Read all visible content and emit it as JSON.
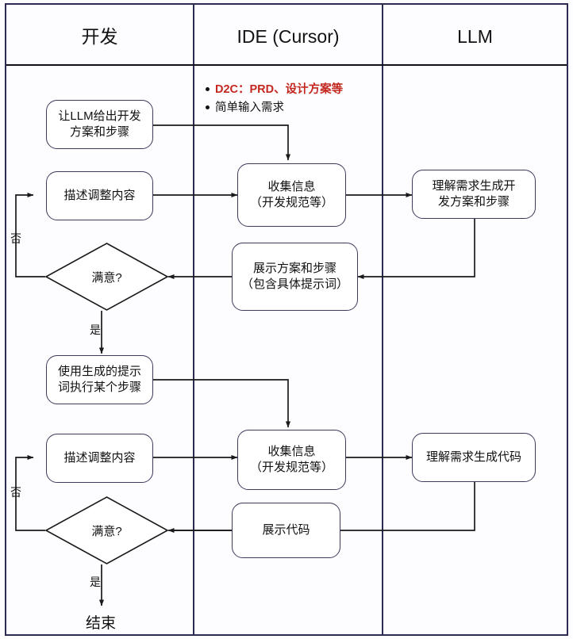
{
  "diagram": {
    "title": "开发 / IDE(Cursor) / LLM 协作流程图",
    "type": "swimlane-flowchart",
    "colors": {
      "frame_border": "#2b2b52",
      "node_border": "#3b3b5c",
      "node_fill": "#ffffff",
      "text": "#111111",
      "accent_red": "#c3271f",
      "background": "#fdfdff"
    },
    "lanes": [
      {
        "id": "dev",
        "label_line1": "开发",
        "label_line2": ""
      },
      {
        "id": "ide",
        "label_line1": "IDE",
        "label_line2": "(Cursor)"
      },
      {
        "id": "llm",
        "label_line1": "LLM",
        "label_line2": ""
      }
    ],
    "annotations": {
      "bullets": [
        {
          "text": "D2C：PRD、设计方案等",
          "color": "red"
        },
        {
          "text": "简单输入需求",
          "color": "black"
        }
      ]
    },
    "nodes": [
      {
        "id": "n1",
        "lane": "dev",
        "shape": "rounded-rect",
        "lines": [
          "让LLM给出开发",
          "方案和步骤"
        ]
      },
      {
        "id": "n2",
        "lane": "dev",
        "shape": "rounded-rect",
        "lines": [
          "描述调整内容"
        ]
      },
      {
        "id": "n3",
        "lane": "ide",
        "shape": "rounded-rect",
        "lines": [
          "收集信息",
          "（开发规范等）"
        ]
      },
      {
        "id": "n4",
        "lane": "llm",
        "shape": "rounded-rect",
        "lines": [
          "理解需求生成开",
          "发方案和步骤"
        ]
      },
      {
        "id": "n5",
        "lane": "ide",
        "shape": "rounded-rect",
        "lines": [
          "展示方案和步骤",
          "（包含具体提示词）"
        ]
      },
      {
        "id": "d1",
        "lane": "dev",
        "shape": "diamond",
        "lines": [
          "满意?"
        ]
      },
      {
        "id": "n6",
        "lane": "dev",
        "shape": "rounded-rect",
        "lines": [
          "使用生成的提示",
          "词执行某个步骤"
        ]
      },
      {
        "id": "n7",
        "lane": "dev",
        "shape": "rounded-rect",
        "lines": [
          "描述调整内容"
        ]
      },
      {
        "id": "n8",
        "lane": "ide",
        "shape": "rounded-rect",
        "lines": [
          "收集信息",
          "（开发规范等）"
        ]
      },
      {
        "id": "n9",
        "lane": "llm",
        "shape": "rounded-rect",
        "lines": [
          "理解需求生成代码"
        ]
      },
      {
        "id": "n10",
        "lane": "ide",
        "shape": "rounded-rect",
        "lines": [
          "展示代码"
        ]
      },
      {
        "id": "d2",
        "lane": "dev",
        "shape": "diamond",
        "lines": [
          "满意?"
        ]
      },
      {
        "id": "end",
        "lane": "dev",
        "shape": "terminal",
        "lines": [
          "结束"
        ]
      }
    ],
    "edge_labels": [
      {
        "id": "e-no-1",
        "text": "否"
      },
      {
        "id": "e-yes-1",
        "text": "是"
      },
      {
        "id": "e-no-2",
        "text": "否"
      },
      {
        "id": "e-yes-2",
        "text": "是"
      }
    ]
  }
}
